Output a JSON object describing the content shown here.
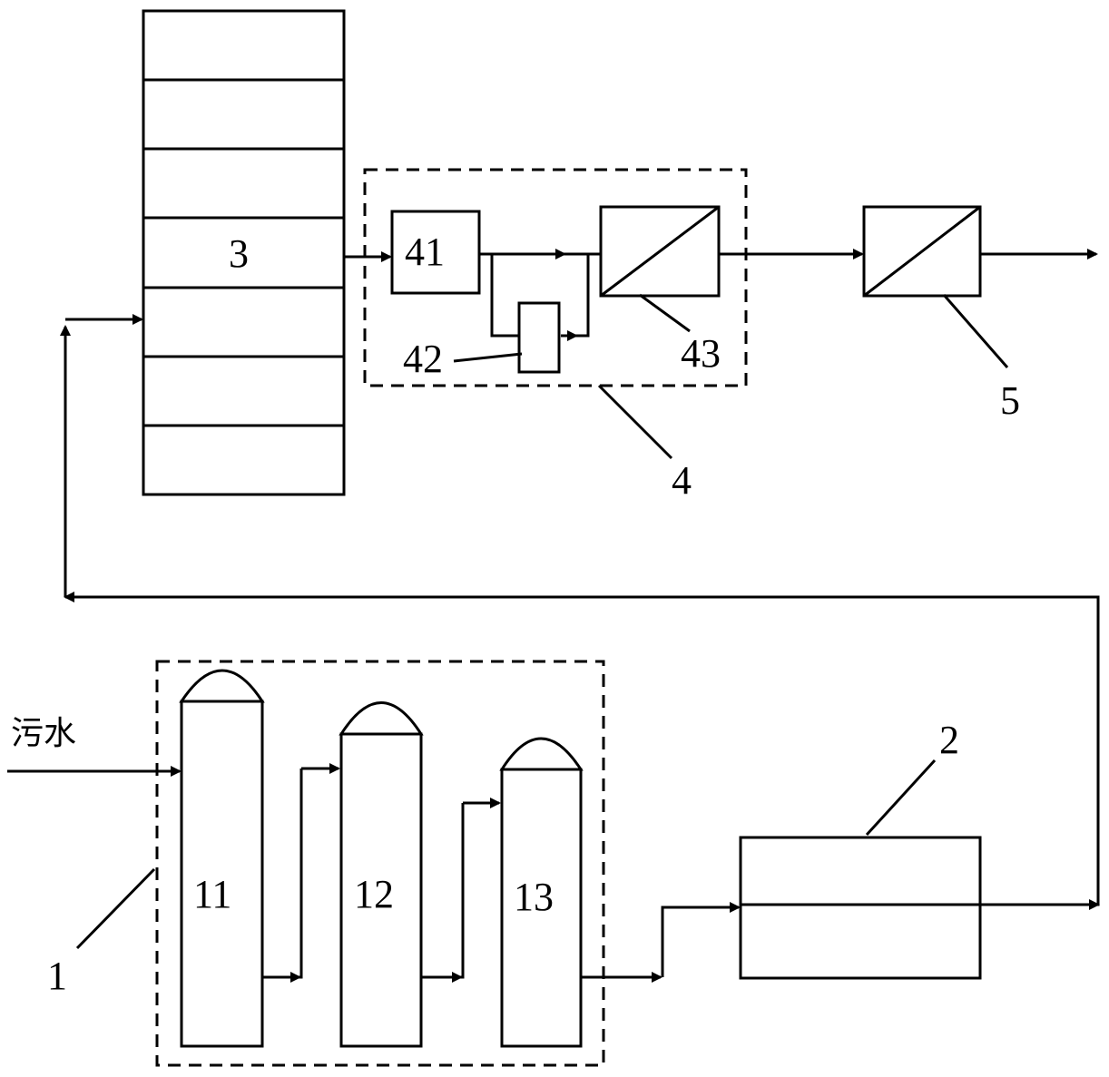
{
  "labels": {
    "unit_3": "3",
    "unit_41": "41",
    "unit_42": "42",
    "unit_43": "43",
    "unit_4": "4",
    "unit_5": "5",
    "unit_11": "11",
    "unit_12": "12",
    "unit_13": "13",
    "unit_1": "1",
    "unit_2": "2",
    "inlet": "污水"
  }
}
